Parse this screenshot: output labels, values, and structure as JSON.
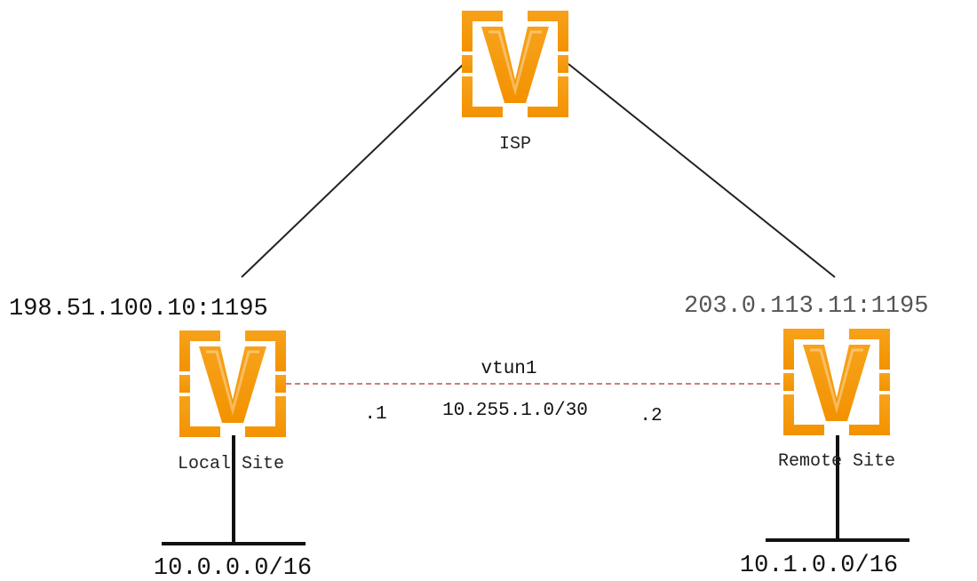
{
  "nodes": {
    "isp": {
      "label": "ISP",
      "icon": "vyos-router-icon"
    },
    "local": {
      "label": "Local Site",
      "icon": "vyos-router-icon",
      "public_address": "198.51.100.10:1195",
      "lan": "10.0.0.0/16",
      "tunnel_host": ".1"
    },
    "remote": {
      "label": "Remote Site",
      "icon": "vyos-router-icon",
      "public_address": "203.0.113.11:1195",
      "lan": "10.1.0.0/16",
      "tunnel_host": ".2"
    }
  },
  "tunnel": {
    "interface": "vtun1",
    "subnet": "10.255.1.0/30",
    "color": "#c0504d"
  },
  "colors": {
    "icon_orange": "#f7a21b",
    "icon_orange_dark": "#f39200",
    "line": "#222222"
  }
}
